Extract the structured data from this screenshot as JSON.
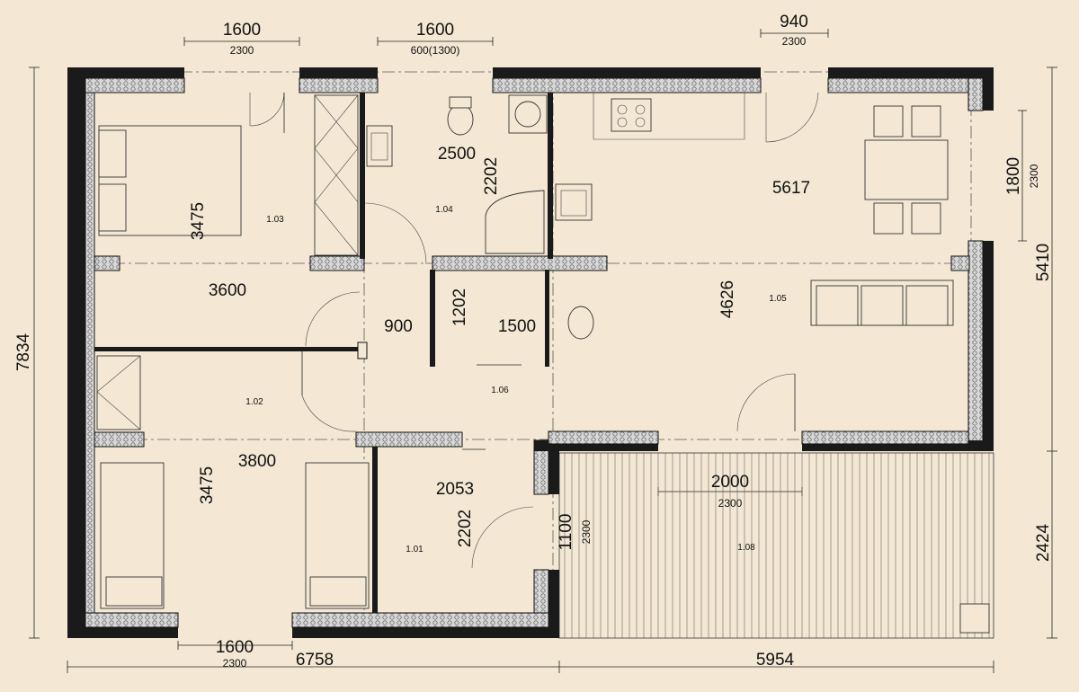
{
  "dimensions": {
    "top_windows": [
      {
        "main": "1600",
        "sub": "2300"
      },
      {
        "main": "1600",
        "sub": "600(1300)"
      },
      {
        "main": "940",
        "sub": "2300"
      }
    ],
    "bottom_window": {
      "main": "1600",
      "sub": "2300"
    },
    "overall_left": "7834",
    "right_upper": "5410",
    "right_lower": "2424",
    "right_window": {
      "main": "1800",
      "sub": "2300"
    },
    "bottom_left_total": "6758",
    "bottom_right_total": "5954",
    "terrace_width": {
      "main": "2000",
      "sub": "2300"
    },
    "terrace_door": {
      "main": "1100",
      "sub": "2300"
    },
    "interior": {
      "bath_width": "2500",
      "bath_height": "2202",
      "room_103_height": "3475",
      "room_102_width": "3600",
      "hall_width": "900",
      "closet_height": "1202",
      "closet_width": "1500",
      "living_depth": "5617",
      "living_height": "4626",
      "room_101b_width": "3800",
      "room_101b_height": "3475",
      "room_101_width": "2053",
      "room_101_height": "2202"
    }
  },
  "rooms": [
    "1.03",
    "1.04",
    "1.02",
    "1.06",
    "1.05",
    "1.01",
    "1.08"
  ],
  "colors": {
    "background": "#f4e8d4",
    "wall": "#1a1a1a",
    "insulation": "#cfcfcf"
  }
}
